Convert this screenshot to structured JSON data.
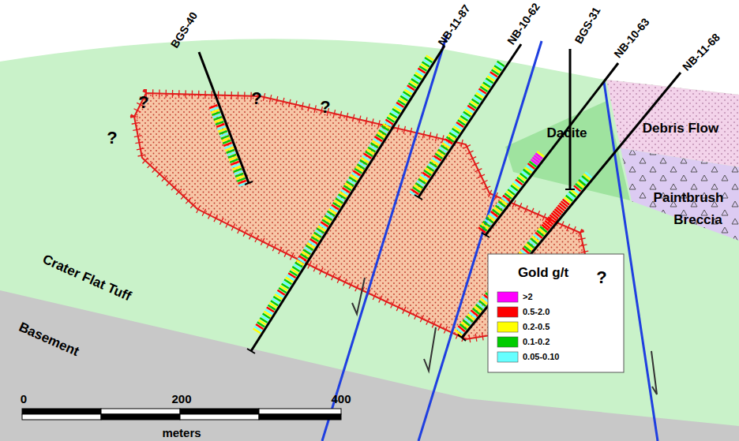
{
  "diagram": {
    "labels": [
      "BGS-40",
      "NB-11-87",
      "NB-10-62",
      "BGS-31",
      "NB-10-63",
      "NB-11-68",
      "Debris Flow",
      "Dacite",
      "Paintbrush",
      "Breccia",
      "Crater Flat Tuff",
      "Basement",
      "?",
      "?",
      "?",
      "?",
      "?",
      "Gold g/t",
      "0",
      "200",
      "400",
      "meters"
    ],
    "legend": [
      {
        "text": ">2",
        "color": "#ff00ff"
      },
      {
        "text": "0.5-2.0",
        "color": "#ff0000"
      },
      {
        "text": "0.2-0.5",
        "color": "#ffff00"
      },
      {
        "text": "0.1-0.2",
        "color": "#00cc00"
      },
      {
        "text": "0.05-0.10",
        "color": "#66ffff"
      }
    ]
  }
}
